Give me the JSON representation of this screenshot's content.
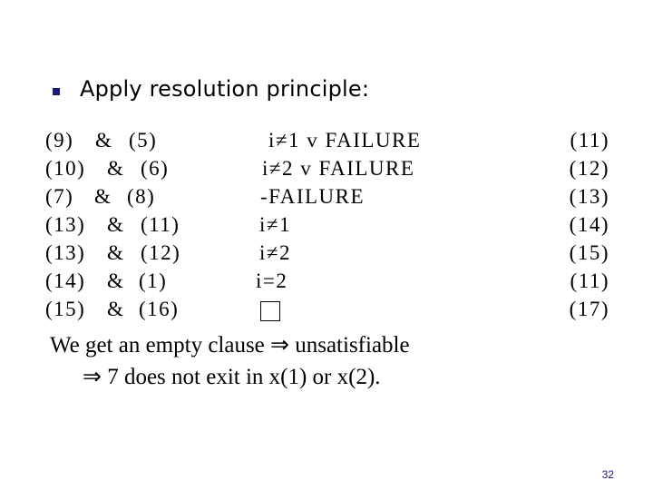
{
  "heading": {
    "text": "Apply resolution principle:"
  },
  "rows": [
    {
      "a": "(9)",
      "op": "&",
      "b": "(5)",
      "result": "i≠1   v   FAILURE",
      "ref": "(11)"
    },
    {
      "a": "(10)",
      "op": "&",
      "b": "(6)",
      "result": "i≠2   v   FAILURE",
      "ref": "(12)"
    },
    {
      "a": "(7)",
      "op": "&",
      "b": "(8)",
      "result": "-FAILURE",
      "ref": "(13)"
    },
    {
      "a": "(13)",
      "op": "&",
      "b": "(11)",
      "result": "i≠1",
      "ref": "(14)"
    },
    {
      "a": "(13)",
      "op": "&",
      "b": "(12)",
      "result": "i≠2",
      "ref": "(15)"
    },
    {
      "a": "(14)",
      "op": "&",
      "b": "(1)",
      "result": "i=2",
      "ref": "(11)"
    },
    {
      "a": "(15)",
      "op": "&",
      "b": "(16)",
      "result": "",
      "ref": "(17)"
    }
  ],
  "conclusion": {
    "line1": "We get an empty clause ⇒ unsatisfiable",
    "line2": "⇒ 7 does not exit in x(1) or x(2)."
  },
  "page_number": "32"
}
